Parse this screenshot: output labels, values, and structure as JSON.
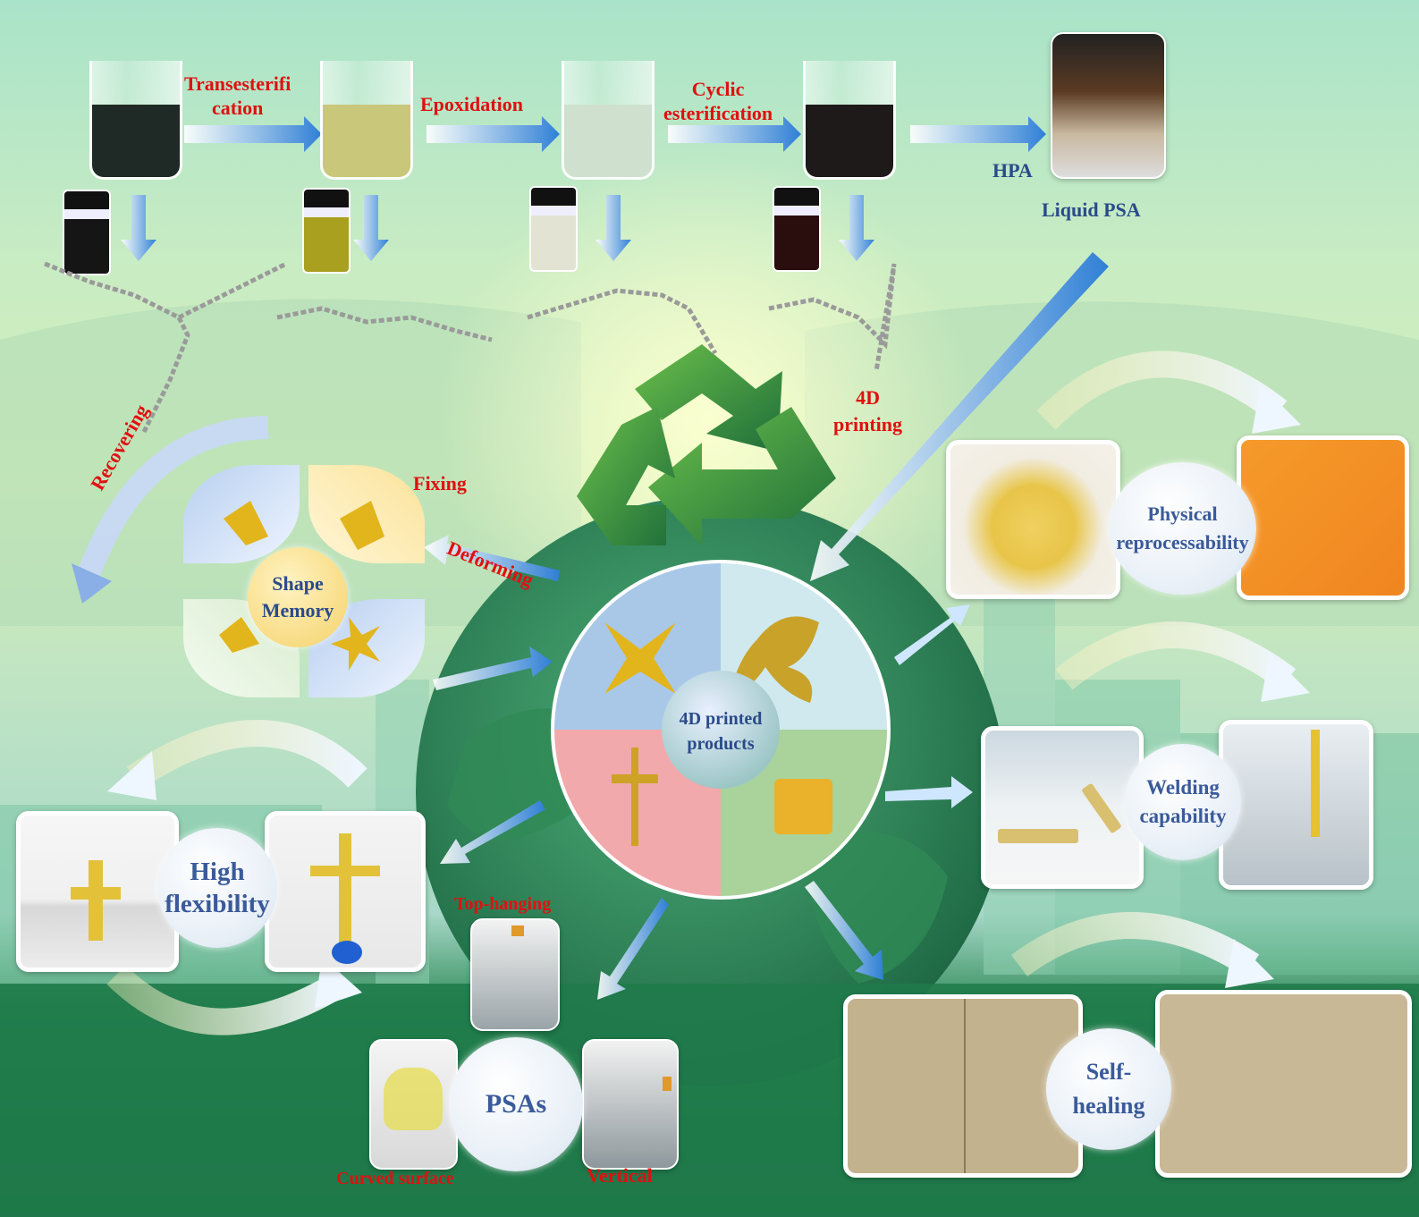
{
  "steps": {
    "transesterification": "Transesterifi\ncation",
    "epoxidation": "Epoxidation",
    "cyclic_esterification": "Cyclic\nesterification",
    "hpa": "HPA",
    "liquid_psa": "Liquid PSA",
    "printing_4d": "4D\nprinting"
  },
  "shape_memory": {
    "center": "Shape\nMemory",
    "recovering": "Recovering",
    "fixing": "Fixing",
    "deforming": "Deforming"
  },
  "center": {
    "label": "4D printed\nproducts"
  },
  "properties": {
    "physical": "Physical\nreprocessability",
    "welding": "Welding\ncapability",
    "self_healing": "Self-\nhealing",
    "flexibility": "High\nflexibility",
    "psas": "PSAs"
  },
  "psa_modes": {
    "top_hanging": "Top-hanging",
    "curved_surface": "Curved surface",
    "vertical": "Vertical"
  },
  "colors": {
    "label_red": "#e01010",
    "label_blue": "#2a4a8a",
    "arrow_blue": "#2f7fd6",
    "recycle_green": "#2e8b3e",
    "product_yellow": "#d9a520"
  }
}
